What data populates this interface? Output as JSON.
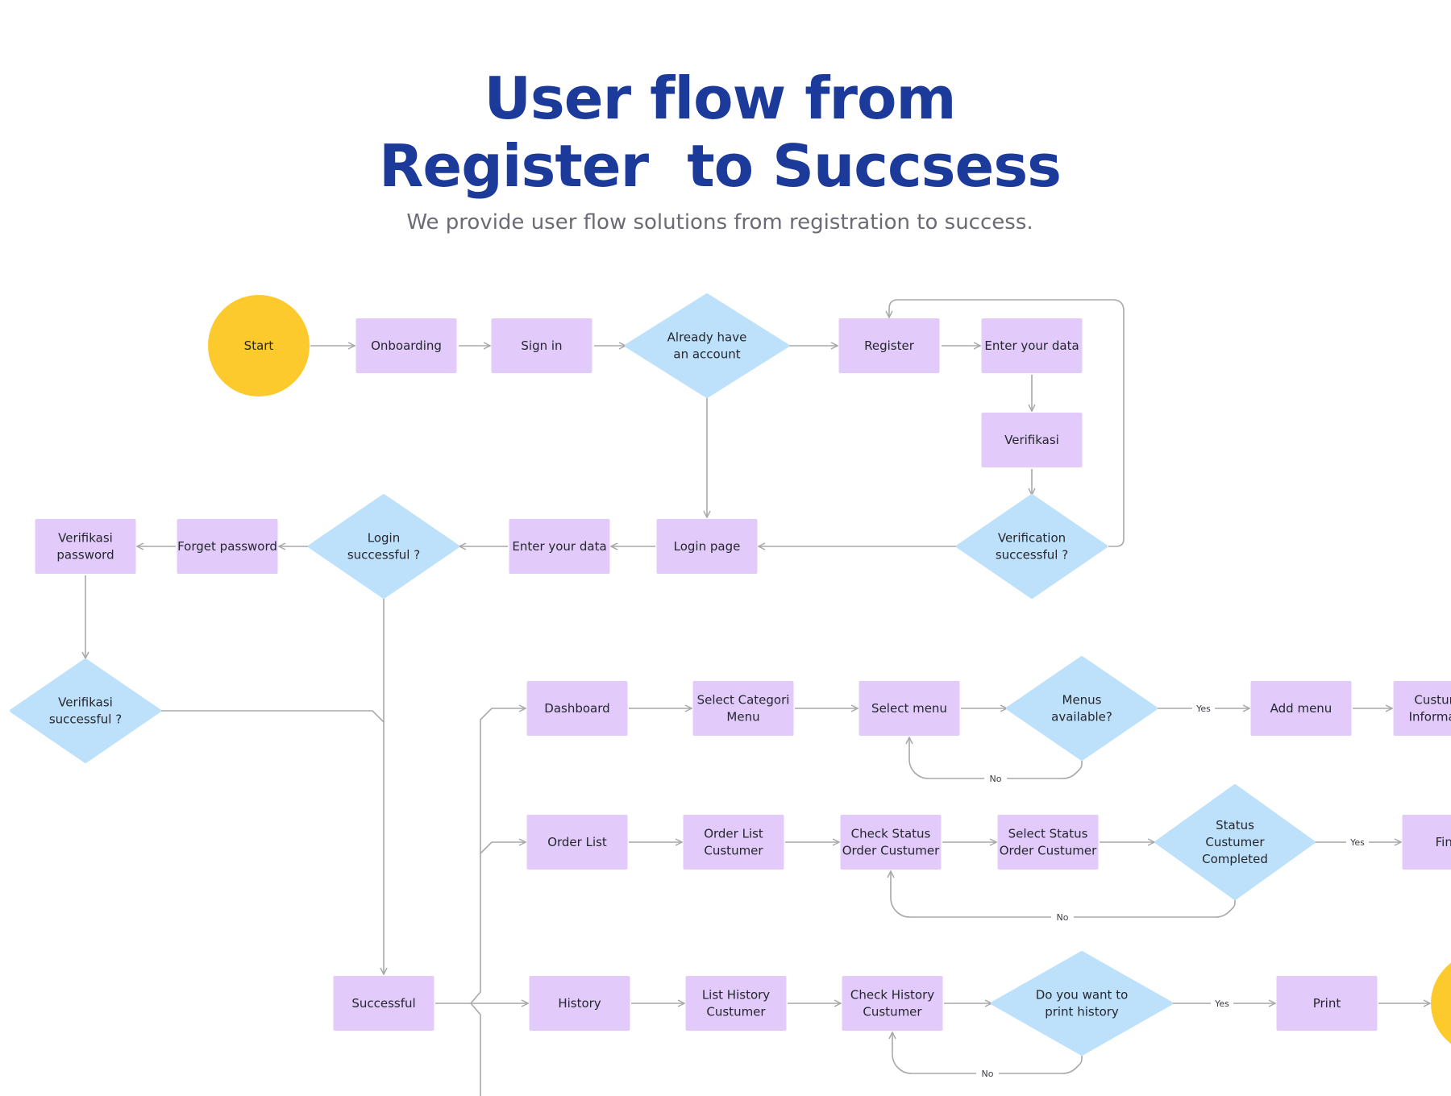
{
  "header": {
    "title_line1": "User flow from",
    "title_line2": "Register  to Succsess",
    "subtitle": "We provide user flow solutions from registration to success."
  },
  "colors": {
    "title": "#1b3a9a",
    "process_box": "#e2cbfb",
    "decision": "#bde1fa",
    "terminal": "#fdca2d",
    "connector": "#a8a8a8"
  },
  "nodes": [
    {
      "id": "start",
      "type": "terminal",
      "lines": [
        "Start"
      ]
    },
    {
      "id": "onboarding",
      "type": "process",
      "lines": [
        "Onboarding"
      ]
    },
    {
      "id": "sign-in",
      "type": "process",
      "lines": [
        "Sign in"
      ]
    },
    {
      "id": "already-account",
      "type": "decision",
      "lines": [
        "Already have",
        "an account"
      ]
    },
    {
      "id": "register",
      "type": "process",
      "lines": [
        "Register"
      ]
    },
    {
      "id": "enter-data-1",
      "type": "process",
      "lines": [
        "Enter your data"
      ]
    },
    {
      "id": "verifikasi",
      "type": "process",
      "lines": [
        "Verifikasi"
      ]
    },
    {
      "id": "verification-successful",
      "type": "decision",
      "lines": [
        "Verification",
        "successful ?"
      ]
    },
    {
      "id": "login-page",
      "type": "process",
      "lines": [
        "Login page"
      ]
    },
    {
      "id": "enter-data-2",
      "type": "process",
      "lines": [
        "Enter your data"
      ]
    },
    {
      "id": "login-successful",
      "type": "decision",
      "lines": [
        "Login",
        "successful ?"
      ]
    },
    {
      "id": "forget-password",
      "type": "process",
      "lines": [
        "Forget password"
      ]
    },
    {
      "id": "verifikasi-password",
      "type": "process",
      "lines": [
        "Verifikasi",
        "password"
      ]
    },
    {
      "id": "verifikasi-successful",
      "type": "decision",
      "lines": [
        "Verifikasi",
        "successful ?"
      ]
    },
    {
      "id": "successful",
      "type": "process",
      "lines": [
        "Successful"
      ]
    },
    {
      "id": "dashboard",
      "type": "process",
      "lines": [
        "Dashboard"
      ]
    },
    {
      "id": "select-categori-menu",
      "type": "process",
      "lines": [
        "Select Categori",
        "Menu"
      ]
    },
    {
      "id": "select-menu",
      "type": "process",
      "lines": [
        "Select menu"
      ]
    },
    {
      "id": "menus-available",
      "type": "decision",
      "lines": [
        "Menus",
        "available?"
      ]
    },
    {
      "id": "add-menu",
      "type": "process",
      "lines": [
        "Add menu"
      ]
    },
    {
      "id": "custumer-information",
      "type": "process",
      "lines": [
        "Custumer",
        "Information"
      ]
    },
    {
      "id": "order-list",
      "type": "process",
      "lines": [
        "Order List"
      ]
    },
    {
      "id": "order-list-custumer",
      "type": "process",
      "lines": [
        "Order List",
        "Custumer"
      ]
    },
    {
      "id": "check-status-order",
      "type": "process",
      "lines": [
        "Check Status",
        "Order Custumer"
      ]
    },
    {
      "id": "select-status-order",
      "type": "process",
      "lines": [
        "Select Status",
        "Order Custumer"
      ]
    },
    {
      "id": "status-completed",
      "type": "decision",
      "lines": [
        "Status",
        "Custumer",
        "Completed"
      ]
    },
    {
      "id": "finish",
      "type": "process",
      "lines": [
        "Finish"
      ]
    },
    {
      "id": "history",
      "type": "process",
      "lines": [
        "History"
      ]
    },
    {
      "id": "list-history",
      "type": "process",
      "lines": [
        "List History",
        "Custumer"
      ]
    },
    {
      "id": "check-history",
      "type": "process",
      "lines": [
        "Check History",
        "Custumer"
      ]
    },
    {
      "id": "print-history",
      "type": "decision",
      "lines": [
        "Do you want to",
        "print history"
      ]
    },
    {
      "id": "print",
      "type": "process",
      "lines": [
        "Print"
      ]
    },
    {
      "id": "end",
      "type": "terminal",
      "lines": []
    }
  ],
  "edge_labels": {
    "yes": "Yes",
    "no": "No"
  }
}
